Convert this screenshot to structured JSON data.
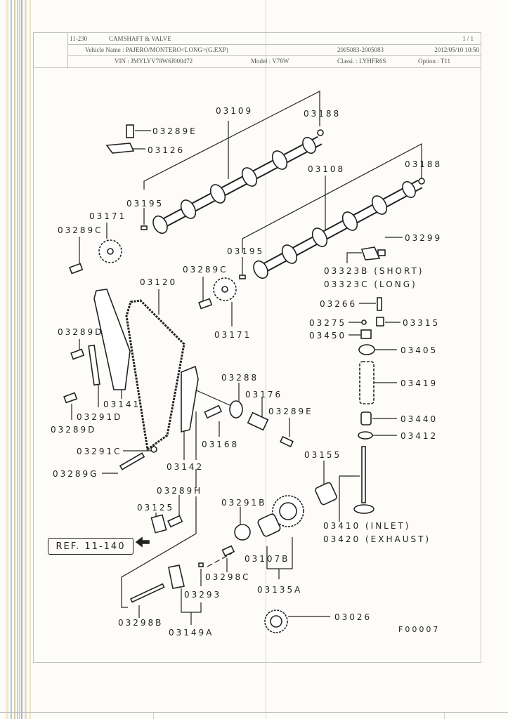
{
  "header": {
    "page_code": "11-230",
    "title": "CAMSHAFT & VALVE",
    "page_count": "1 / 1",
    "vehicle_name": "Vehicle Name : PAJERO/MONTERO<LONG>(G.EXP)",
    "production_range": "2005083-2005083",
    "datetime": "2012/05/10  10:50",
    "vin": "VIN : JMYLYV78W6J000472",
    "model": "Model : V78W",
    "classi": "Classi. : LYHFR6S",
    "option": "Option : T11"
  },
  "diagram": {
    "figure_id": "F00007",
    "reference": "REF. 11-140",
    "part_labels": [
      {
        "id": "p03109",
        "text": "03109"
      },
      {
        "id": "p03188a",
        "text": "03188"
      },
      {
        "id": "p03289E_top",
        "text": "03289E"
      },
      {
        "id": "p03126",
        "text": "03126"
      },
      {
        "id": "p03108",
        "text": "03108"
      },
      {
        "id": "p03188b",
        "text": "03188"
      },
      {
        "id": "p03195a",
        "text": "03195"
      },
      {
        "id": "p03171a",
        "text": "03171"
      },
      {
        "id": "p03289Ca",
        "text": "03289C"
      },
      {
        "id": "p03299",
        "text": "03299"
      },
      {
        "id": "p03195b",
        "text": "03195"
      },
      {
        "id": "p03323B",
        "text": "03323B (SHORT)"
      },
      {
        "id": "p03323C",
        "text": "03323C (LONG)"
      },
      {
        "id": "p03289Cb",
        "text": "03289C"
      },
      {
        "id": "p03120",
        "text": "03120"
      },
      {
        "id": "p03266",
        "text": "03266"
      },
      {
        "id": "p03275",
        "text": "03275"
      },
      {
        "id": "p03315",
        "text": "03315"
      },
      {
        "id": "p03450",
        "text": "03450"
      },
      {
        "id": "p03171b",
        "text": "03171"
      },
      {
        "id": "p03289Da",
        "text": "03289D"
      },
      {
        "id": "p03405",
        "text": "03405"
      },
      {
        "id": "p03288",
        "text": "03288"
      },
      {
        "id": "p03419",
        "text": "03419"
      },
      {
        "id": "p03176",
        "text": "03176"
      },
      {
        "id": "p03141",
        "text": "03141"
      },
      {
        "id": "p03291D",
        "text": "03291D"
      },
      {
        "id": "p03289E_mid",
        "text": "03289E"
      },
      {
        "id": "p03289Db",
        "text": "03289D"
      },
      {
        "id": "p03440",
        "text": "03440"
      },
      {
        "id": "p03412",
        "text": "03412"
      },
      {
        "id": "p03168",
        "text": "03168"
      },
      {
        "id": "p03291C",
        "text": "03291C"
      },
      {
        "id": "p03155",
        "text": "03155"
      },
      {
        "id": "p03289G",
        "text": "03289G"
      },
      {
        "id": "p03142",
        "text": "03142"
      },
      {
        "id": "p03289H",
        "text": "03289H"
      },
      {
        "id": "p03125",
        "text": "03125"
      },
      {
        "id": "p03291B",
        "text": "03291B"
      },
      {
        "id": "p03410",
        "text": "03410 (INLET)"
      },
      {
        "id": "p03420",
        "text": "03420 (EXHAUST)"
      },
      {
        "id": "p03107B",
        "text": "03107B"
      },
      {
        "id": "p03298C",
        "text": "03298C"
      },
      {
        "id": "p03135A",
        "text": "03135A"
      },
      {
        "id": "p03293",
        "text": "03293"
      },
      {
        "id": "p03026",
        "text": "03026"
      },
      {
        "id": "p03298B",
        "text": "03298B"
      },
      {
        "id": "p03149A",
        "text": "03149A"
      }
    ]
  },
  "colors": {
    "paper": "#fdfcf8",
    "ink": "#222222",
    "rule": "#bdbdbd",
    "binding_stripes": [
      "#f5e9cf",
      "#a9c9ea",
      "#d9c9a8",
      "#b8d0e8",
      "#e8c8c8",
      "#a8b4d8",
      "#e6dcc6",
      "#efe3c8"
    ]
  }
}
